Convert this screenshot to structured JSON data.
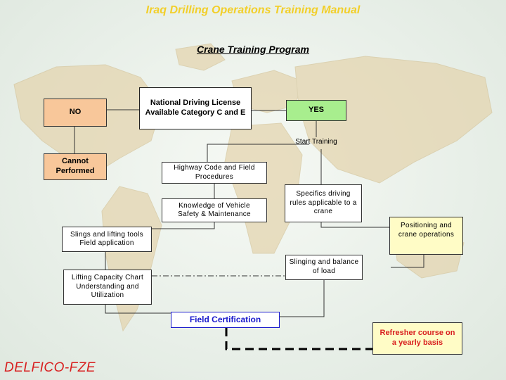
{
  "header": {
    "title": "Iraq Drilling Operations Training Manual",
    "subtitle": "Crane Training Program"
  },
  "nodes": {
    "license": "National Driving License Available Category C and E",
    "no": "NO",
    "yes": "YES",
    "start_training": "Start Training",
    "cannot": "Cannot Performed",
    "highway": "Highway Code and Field Procedures",
    "knowledge": "Knowledge of Vehicle Safety & Maintenance",
    "specifics": "Specifics driving rules applicable to a crane",
    "slings": "Slings and lifting tools Field application",
    "positioning": "Positioning and crane operations",
    "lifting": "Lifting Capacity Chart Understanding and Utilization",
    "slinging": "Slinging and balance of load",
    "certification": "Field Certification",
    "refresher": "Refresher course on a yearly basis"
  },
  "footer": {
    "logo": "DELFICO-FZE"
  },
  "colors": {
    "title": "#f2cf2a",
    "no_box": "#f8c79a",
    "yes_box": "#a8ee8e",
    "note_box": "#fffcc6",
    "certification_text": "#1a1acc",
    "refresher_text": "#d81f1f",
    "logo": "#d81f1f"
  }
}
